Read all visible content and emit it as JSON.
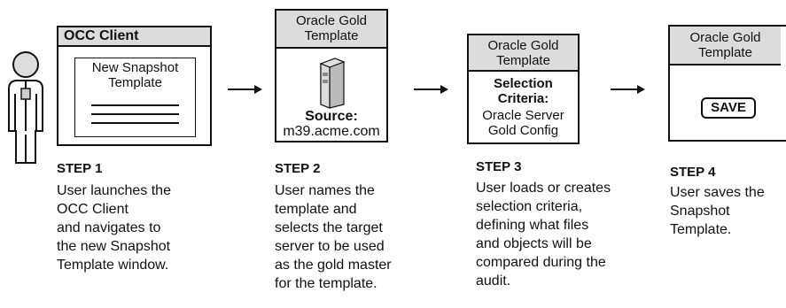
{
  "steps": [
    {
      "client_title": "OCC Client",
      "window_title": "New Snapshot Template",
      "title": "STEP 1",
      "text": "User launches the\nOCC Client\nand navigates to\nthe new Snapshot\nTemplate window."
    },
    {
      "header": "Oracle Gold Template",
      "source_label": "Source:",
      "source_value": "m39.acme.com",
      "title": "STEP 2",
      "text": "User names the\ntemplate and\nselects the target\nserver to be used\nas the gold master\nfor the template."
    },
    {
      "header": "Oracle Gold Template",
      "criteria_label": "Selection Criteria:",
      "criteria_value": "Oracle Server Gold Config",
      "title": "STEP 3",
      "text": "User loads or creates\nselection criteria,\ndefining what files\nand objects will be\ncompared during the\naudit."
    },
    {
      "header": "Oracle Gold Template",
      "save_label": "SAVE",
      "title": "STEP 4",
      "text": "User saves the\nSnapshot\nTemplate."
    }
  ]
}
